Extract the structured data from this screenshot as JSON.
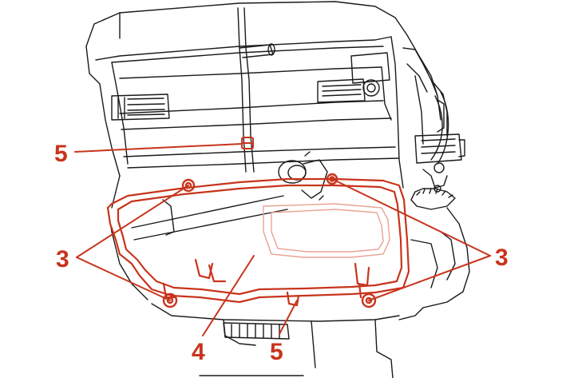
{
  "diagram": {
    "callouts": {
      "top_left": "5",
      "left": "3",
      "right": "3",
      "bottom_4": "4",
      "bottom_5": "5"
    }
  },
  "colors": {
    "line": "#1a1a1a",
    "highlight": "#c8341c",
    "highlight_light": "#e8a294",
    "background": "#ffffff"
  },
  "icons": [
    "hvac-housing",
    "cover-panel",
    "clip",
    "screw"
  ]
}
